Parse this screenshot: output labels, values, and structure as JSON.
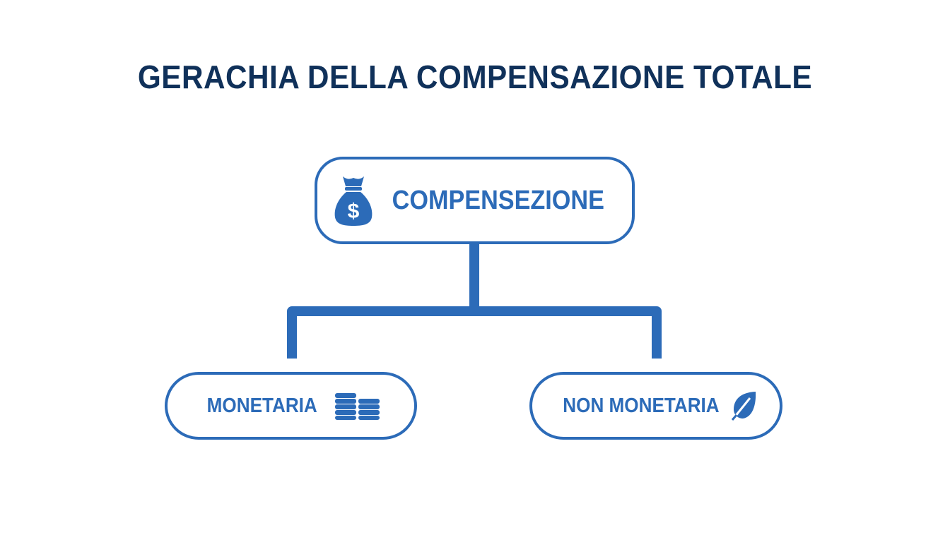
{
  "title": "GERACHIA DELLA COMPENSAZIONE TOTALE",
  "colors": {
    "title": "#10315a",
    "accent": "#2c6bb8",
    "background": "#ffffff"
  },
  "root": {
    "label": "COMPENSEZIONE",
    "icon": "money-bag-icon"
  },
  "children": [
    {
      "label": "MONETARIA",
      "icon": "coin-stacks-icon"
    },
    {
      "label": "NON MONETARIA",
      "icon": "leaf-icon"
    }
  ]
}
